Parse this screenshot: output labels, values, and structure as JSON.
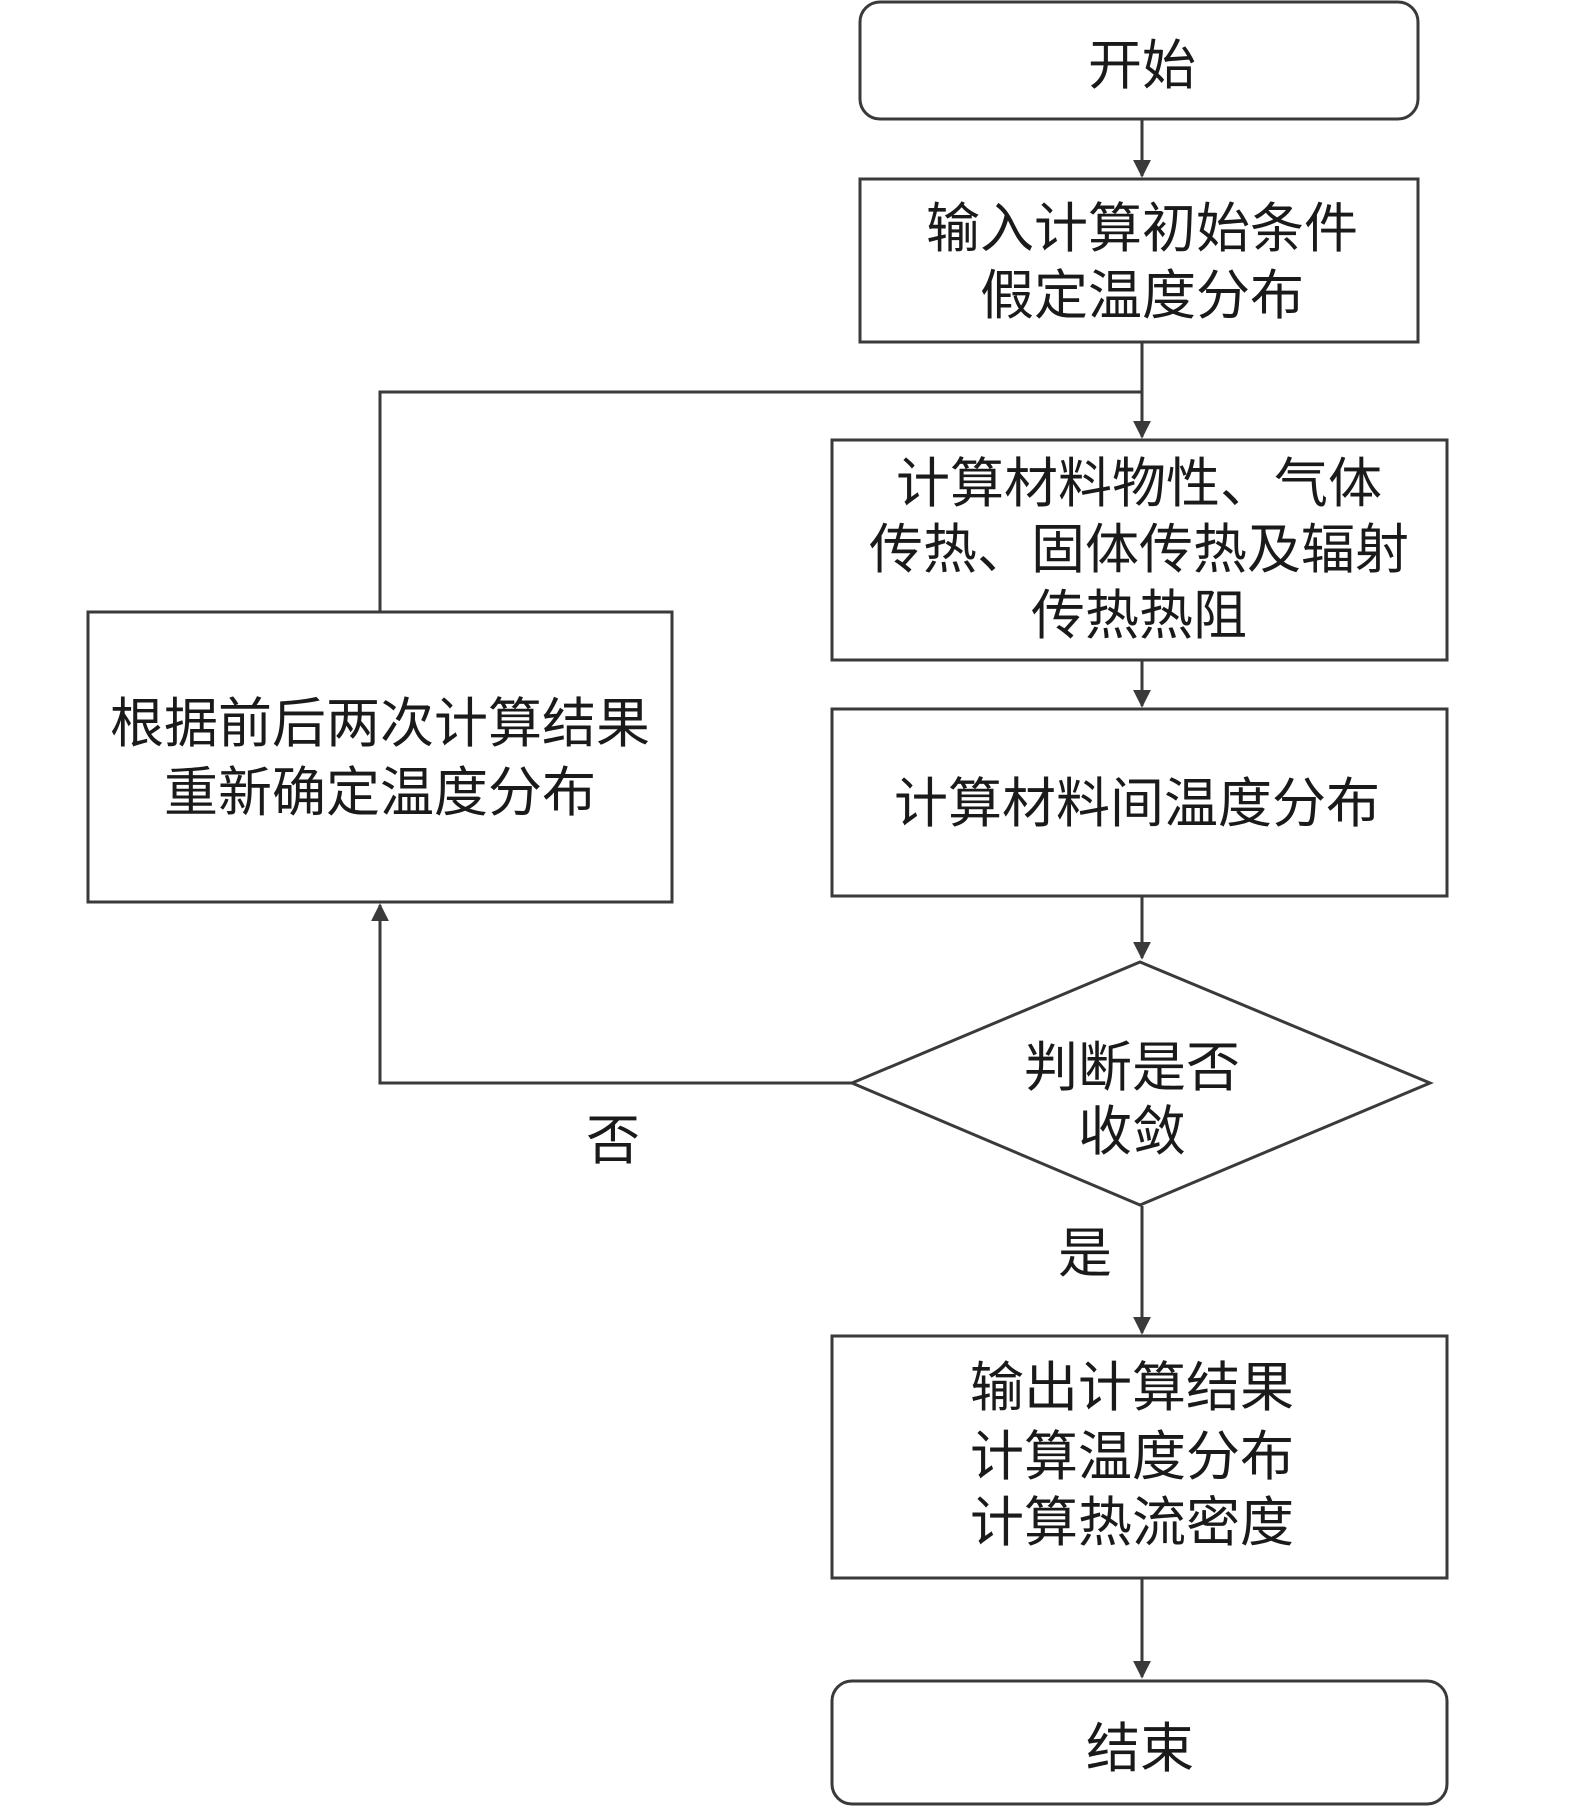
{
  "flowchart": {
    "start": "开始",
    "input": [
      "输入计算初始条件",
      "假定温度分布"
    ],
    "compute_properties": [
      "计算材料物性、气体",
      "传热、固体传热及辐射",
      "传热热阻"
    ],
    "compute_temperature": "计算材料间温度分布",
    "decision": [
      "判断是否",
      "收敛"
    ],
    "redetermine": [
      "根据前后两次计算结果",
      "重新确定温度分布"
    ],
    "output": [
      "输出计算结果",
      "计算温度分布",
      "计算热流密度"
    ],
    "end": "结束",
    "no_label": "否",
    "yes_label": "是"
  }
}
